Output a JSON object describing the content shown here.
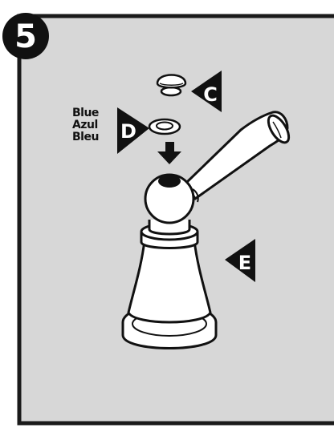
{
  "step": {
    "number": "5"
  },
  "callouts": {
    "cap": "C",
    "washer": "D",
    "handle": "E"
  },
  "washer_colors": [
    "Blue",
    "Azul",
    "Bleu"
  ],
  "colors": {
    "panel_background": "#d7d7d7",
    "panel_border": "#1a1a1a",
    "ink": "#111111",
    "callout_text": "#ffffff",
    "part_fill": "#ffffff"
  }
}
